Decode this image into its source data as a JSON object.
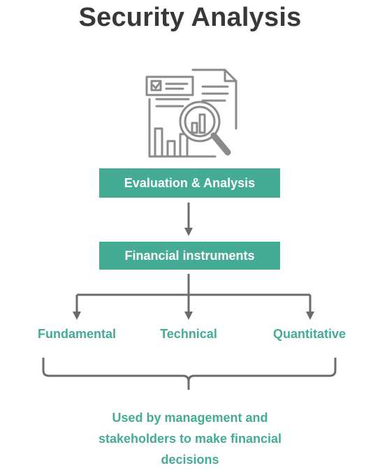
{
  "title": "Security Analysis",
  "icons": [
    "document-chart-magnifier-icon"
  ],
  "colors": {
    "accent": "#44ab94",
    "title": "#383838",
    "connector": "#6b6b6b",
    "icon": "#8a8a8a"
  },
  "nodes": {
    "evaluation": "Evaluation & Analysis",
    "instruments": "Financial instruments"
  },
  "branches": [
    "Fundamental",
    "Technical",
    "Quantitative"
  ],
  "summary": {
    "lines": [
      "Used by management and",
      "stakeholders to make financial",
      "decisions"
    ]
  }
}
